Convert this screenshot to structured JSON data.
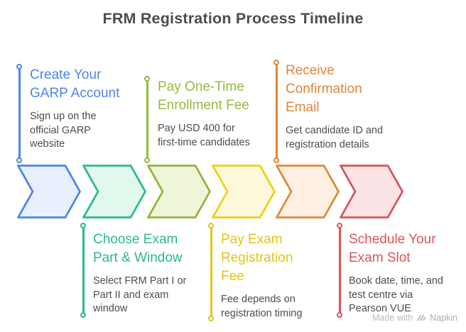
{
  "title": "FRM Registration Process Timeline",
  "watermark": {
    "made_with": "Made with",
    "brand": "Napkin",
    "icon": "hatch-icon",
    "color": "#b7bbc1"
  },
  "steps": [
    {
      "order": 1,
      "position": "top",
      "title": "Create Your\nGARP Account",
      "description": "Sign up on the\nofficial GARP\nwebsite",
      "color": "#4a86e8",
      "chevron_border": "#4a86e8",
      "chevron_fill": "#e9f0fd"
    },
    {
      "order": 2,
      "position": "bottom",
      "title": "Choose Exam\nPart & Window",
      "description": "Select FRM Part I or\nPart II and exam\nwindow",
      "color": "#2bb98c",
      "chevron_border": "#2eb98c",
      "chevron_fill": "#e1f8ed"
    },
    {
      "order": 3,
      "position": "top",
      "title": "Pay One-Time\nEnrollment Fee",
      "description": "Pay USD 400 for\nfirst-time candidates",
      "color": "#94bb3d",
      "chevron_border": "#93b43c",
      "chevron_fill": "#eef5d9"
    },
    {
      "order": 4,
      "position": "bottom",
      "title": "Pay Exam\nRegistration\nFee",
      "description": "Fee depends on\nregistration timing",
      "color": "#e0c51c",
      "chevron_border": "#ecd213",
      "chevron_fill": "#fdf9da"
    },
    {
      "order": 5,
      "position": "top",
      "title": "Receive\nConfirmation\nEmail",
      "description": "Get candidate ID and\nregistration details",
      "color": "#e0863a",
      "chevron_border": "#dd8b33",
      "chevron_fill": "#fdf0e2"
    },
    {
      "order": 6,
      "position": "bottom",
      "title": "Schedule Your\nExam Slot",
      "description": "Book date, time, and\ntest centre via\nPearson VUE",
      "color": "#dd545a",
      "chevron_border": "#d4555c",
      "chevron_fill": "#fce4e6"
    }
  ]
}
